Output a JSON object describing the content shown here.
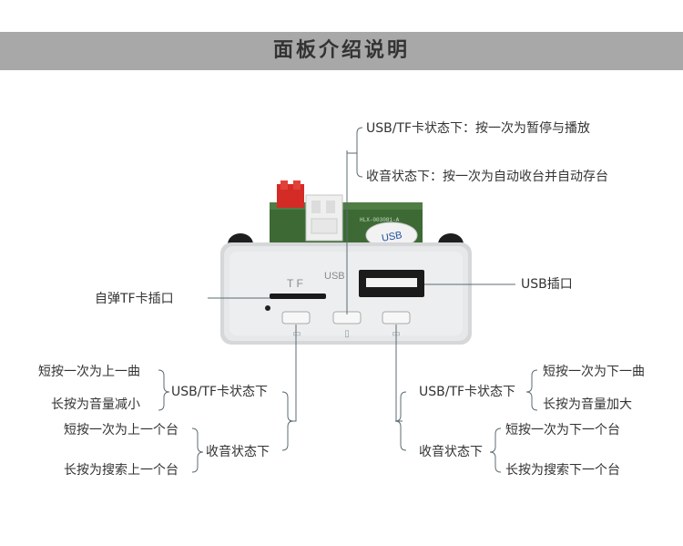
{
  "header": {
    "title": "面板介绍说明"
  },
  "device": {
    "tf_slot_text": "T F",
    "usb_text": "USB",
    "pcb_sticker": "USB",
    "pcb_code": "HLX-003081-A"
  },
  "callouts": {
    "top_play": "USB/TF卡状态下：按一次为暂停与播放",
    "top_radio": "收音状态下：按一次为自动收台并自动存台",
    "usb_port": "USB插口",
    "tf_slot": "自弹TF卡插口",
    "left_usb_short": "短按一次为上一曲",
    "left_usb_long": "长按为音量减小",
    "left_usb_state": "USB/TF卡状态下",
    "left_radio_short": "短按一次为上一个台",
    "left_radio_long": "长按为搜索上一个台",
    "left_radio_state": "收音状态下",
    "right_usb_state": "USB/TF卡状态下",
    "right_usb_short": "短按一次为下一曲",
    "right_usb_long": "长按为音量加大",
    "right_radio_state": "收音状态下",
    "right_radio_short": "短按一次为下一个台",
    "right_radio_long": "长按为搜索下一个台"
  }
}
